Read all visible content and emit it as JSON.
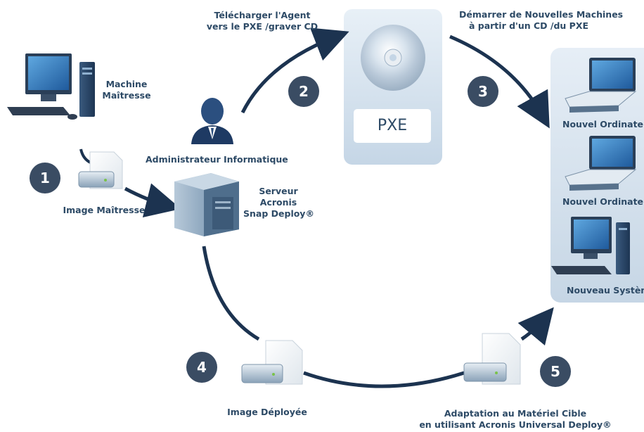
{
  "steps": [
    "1",
    "2",
    "3",
    "4",
    "5"
  ],
  "pxe": {
    "label": "PXE"
  },
  "labels": {
    "master_machine": [
      "Machine",
      "Maîtresse"
    ],
    "master_image": "Image Maîtresse",
    "upload_agent": [
      "Télécharger l'Agent",
      "vers le PXE /graver CD"
    ],
    "administrator": "Administrateur Informatique",
    "server": [
      "Serveur",
      "Acronis",
      "Snap Deploy®"
    ],
    "boot_machines": [
      "Démarrer de Nouvelles Machines",
      "à partir d'un CD /du PXE"
    ],
    "new_computer_1": "Nouvel Ordinateur",
    "new_computer_2": "Nouvel Ordinateur",
    "new_system": "Nouveau Système",
    "deployed_image": "Image Déployée",
    "adaptation": [
      "Adaptation au Matériel Cible",
      "en utilisant Acronis Universal Deploy®"
    ]
  }
}
